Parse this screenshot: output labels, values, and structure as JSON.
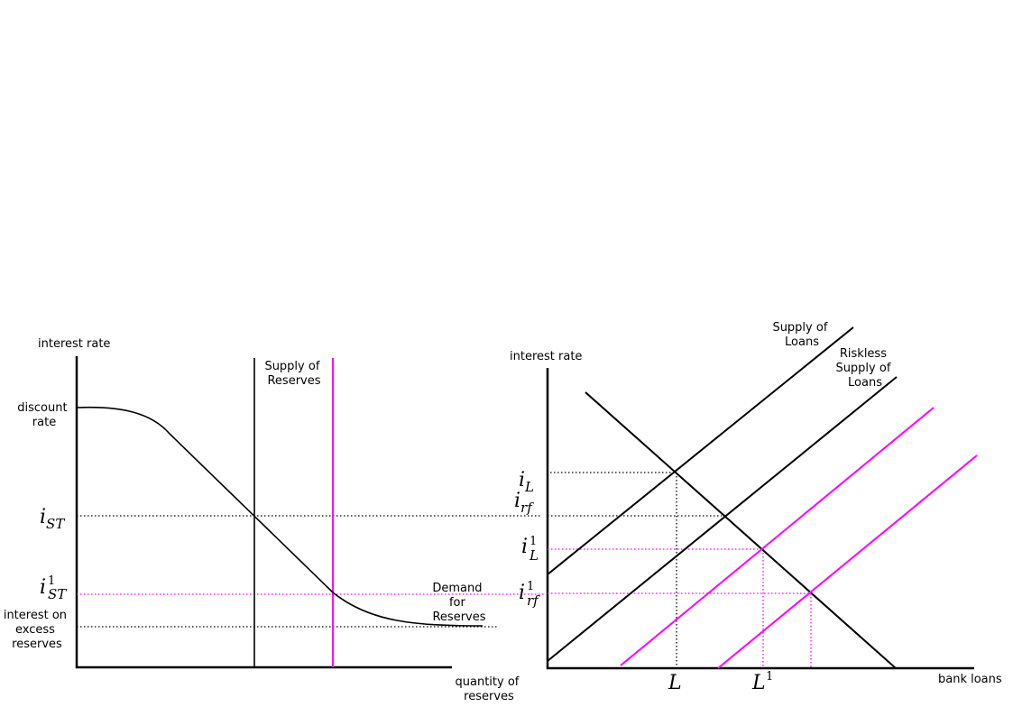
{
  "left_panel": {
    "y_axis_label": "interest rate",
    "x_axis_label": [
      "quantity of",
      "reserves"
    ],
    "discount_rate_label": [
      "discount",
      "rate"
    ],
    "ioer_label": [
      "interest on",
      "excess",
      "reserves"
    ],
    "supply_label": [
      "Supply of",
      "Reserves"
    ],
    "demand_label": [
      "Demand",
      "for",
      "Reserves"
    ],
    "i_st": {
      "base": "i",
      "sub": "ST"
    },
    "i_st1": {
      "base": "i",
      "sub": "ST",
      "sup": "1"
    }
  },
  "right_panel": {
    "y_axis_label": "interest rate",
    "x_axis_label": "bank loans",
    "supply_loans_label": [
      "Supply of",
      "Loans"
    ],
    "riskless_supply_label": [
      "Riskless",
      "Supply of",
      "Loans"
    ],
    "i_l": {
      "base": "i",
      "sub": "L"
    },
    "i_rf": {
      "base": "i",
      "sub": "rf"
    },
    "i_l1": {
      "base": "i",
      "sub": "L",
      "sup": "1"
    },
    "i_rf1": {
      "base": "i",
      "sub": "rf",
      "sup": "1"
    },
    "l": "L",
    "l1": {
      "base": "L",
      "sup": "1"
    }
  },
  "colors": {
    "line": "#000000",
    "shift": "#ff00ff"
  }
}
